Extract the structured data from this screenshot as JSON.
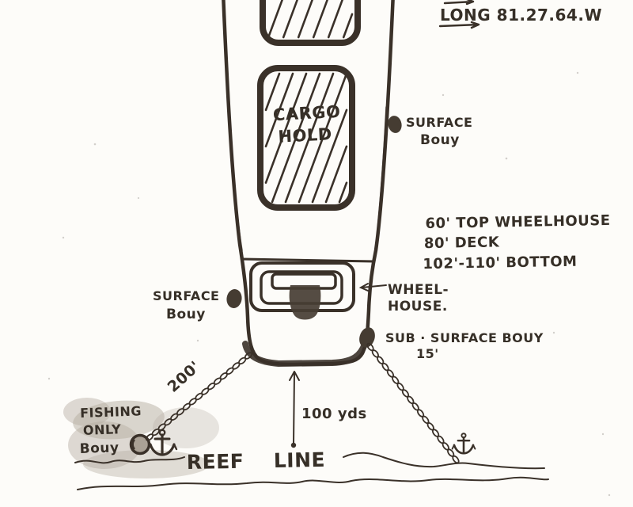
{
  "colors": {
    "ink": "#3a3129",
    "paper": "#fdfcf9",
    "smudge": "#b5ada1"
  },
  "header": {
    "longitude": "LONG 81.27.64.W"
  },
  "ship": {
    "cargo_hold": {
      "line1": "CARGO",
      "line2": "HOLD"
    },
    "wheelhouse_label": {
      "line1": "WHEEL-",
      "line2": "HOUSE."
    }
  },
  "depths": {
    "top_wheelhouse": "60' TOP WHEELHOUSE",
    "deck": "80' DECK",
    "bottom": "102'-110' BOTTOM"
  },
  "buoys": {
    "starboard_surface": {
      "line1": "SURFACE",
      "line2": "Bouy"
    },
    "port_surface": {
      "line1": "SURFACE",
      "line2": "Bouy"
    },
    "sub_surface": {
      "label": "SUB · SURFACE BOUY",
      "depth": "15'"
    },
    "fishing": {
      "line1": "FISHING",
      "line2": "ONLY",
      "line3": "Bouy"
    }
  },
  "measurements": {
    "chain_length": "200'",
    "distance_to_reef": "100 yds"
  },
  "reef": {
    "word1": "REEF",
    "word2": "LINE"
  }
}
